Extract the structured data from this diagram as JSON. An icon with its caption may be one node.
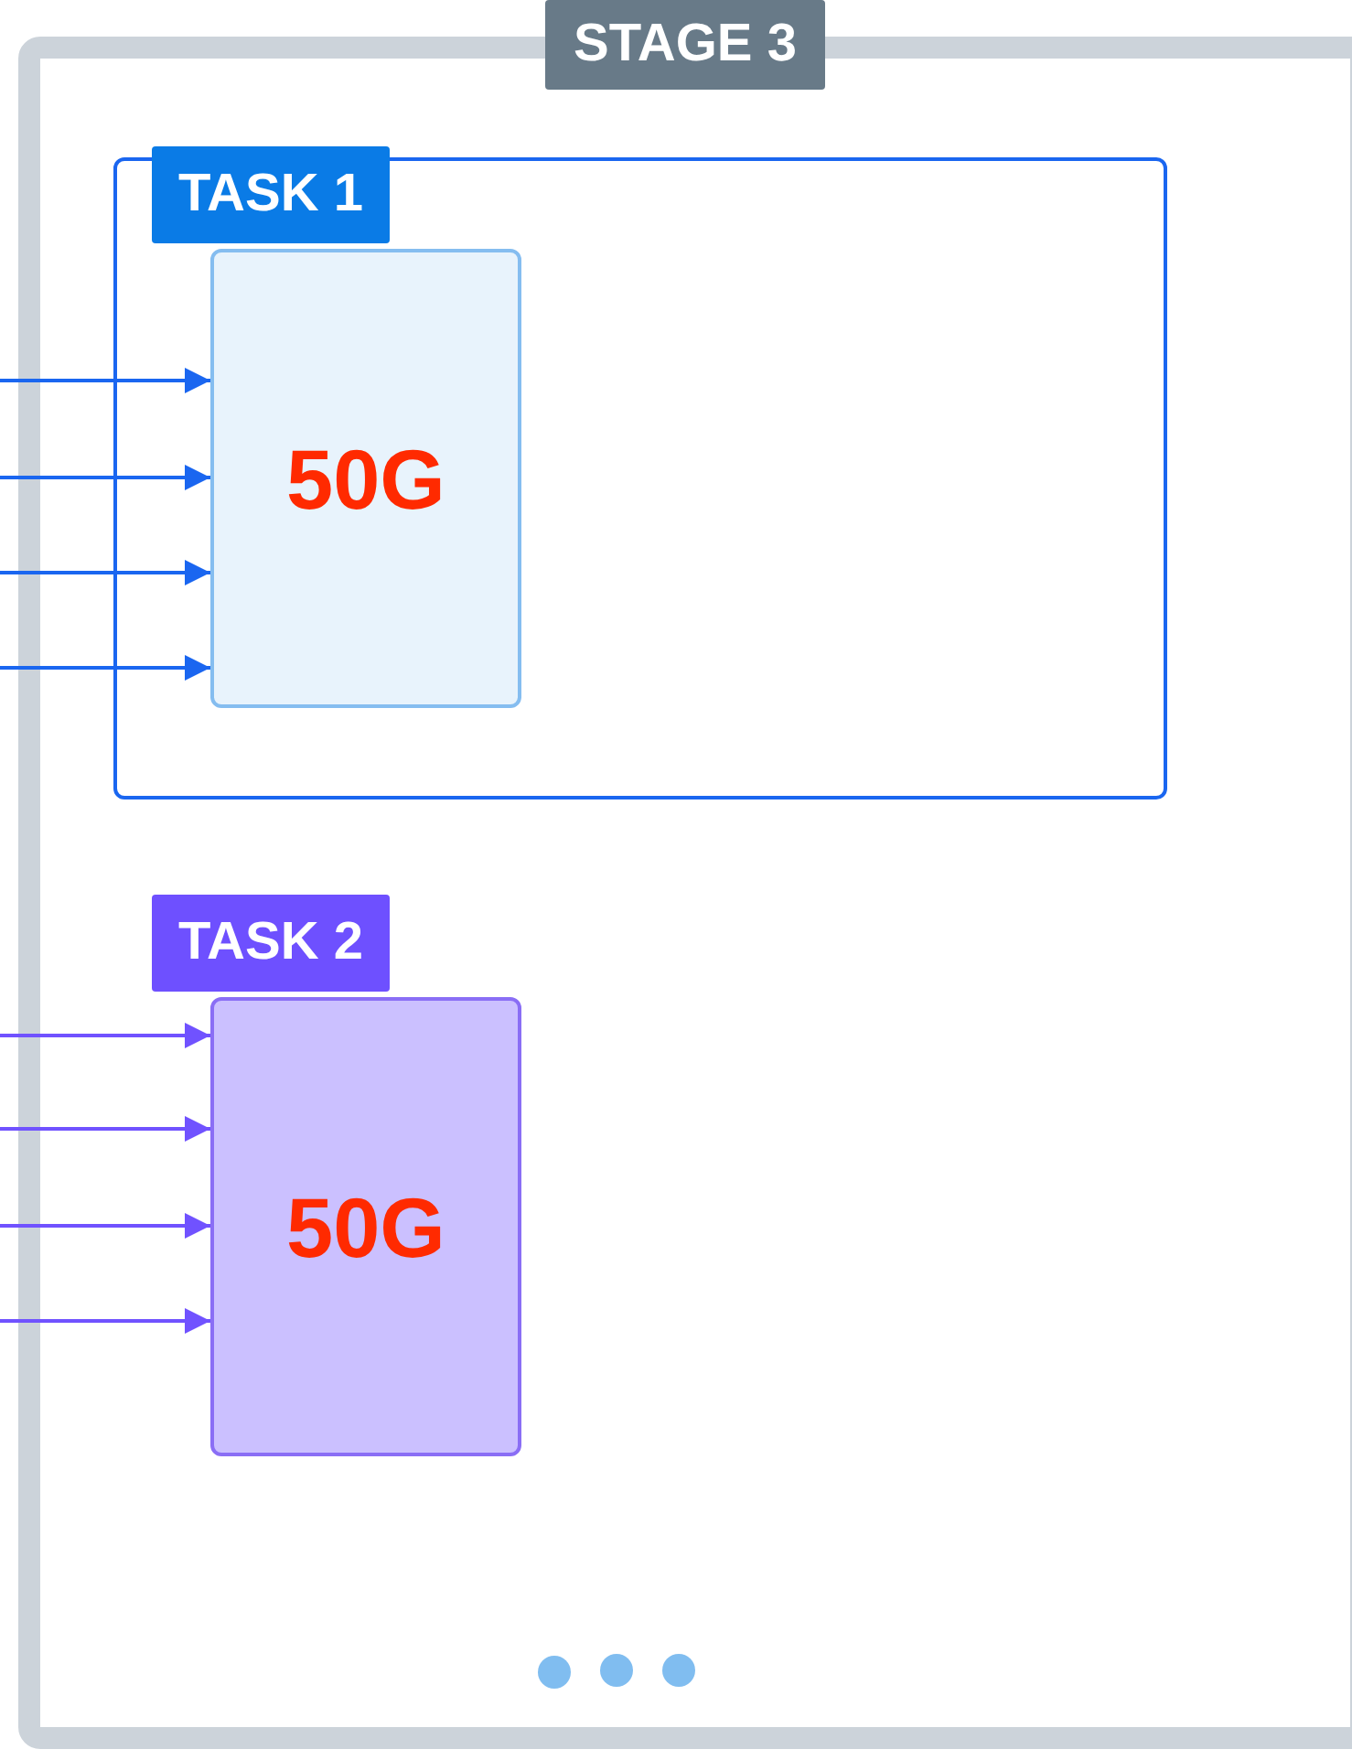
{
  "diagram": {
    "nodes": [
      {
        "text": [
          "STAGE 3"
        ]
      },
      {
        "text": [
          "TASK 1"
        ],
        "in": 0
      },
      {
        "text": [
          "50G"
        ],
        "in": 1
      },
      {
        "text": [
          "TASK 2"
        ],
        "in": 0
      },
      {
        "text": [
          "50G"
        ],
        "in": 0
      }
    ],
    "edges": [
      {
        "from": null,
        "to": 2,
        "arrow": "to",
        "color": "#1a66f0"
      },
      {
        "from": null,
        "to": 2,
        "arrow": "to",
        "color": "#1a66f0"
      },
      {
        "from": null,
        "to": 2,
        "arrow": "to",
        "color": "#1a66f0"
      },
      {
        "from": null,
        "to": 2,
        "arrow": "to",
        "color": "#1a66f0"
      },
      {
        "from": null,
        "to": 4,
        "arrow": "to",
        "color": "#7052ff"
      },
      {
        "from": null,
        "to": 4,
        "arrow": "to",
        "color": "#7052ff"
      },
      {
        "from": null,
        "to": 4,
        "arrow": "to",
        "color": "#7052ff"
      },
      {
        "from": null,
        "to": 4,
        "arrow": "to",
        "color": "#7052ff"
      }
    ]
  }
}
